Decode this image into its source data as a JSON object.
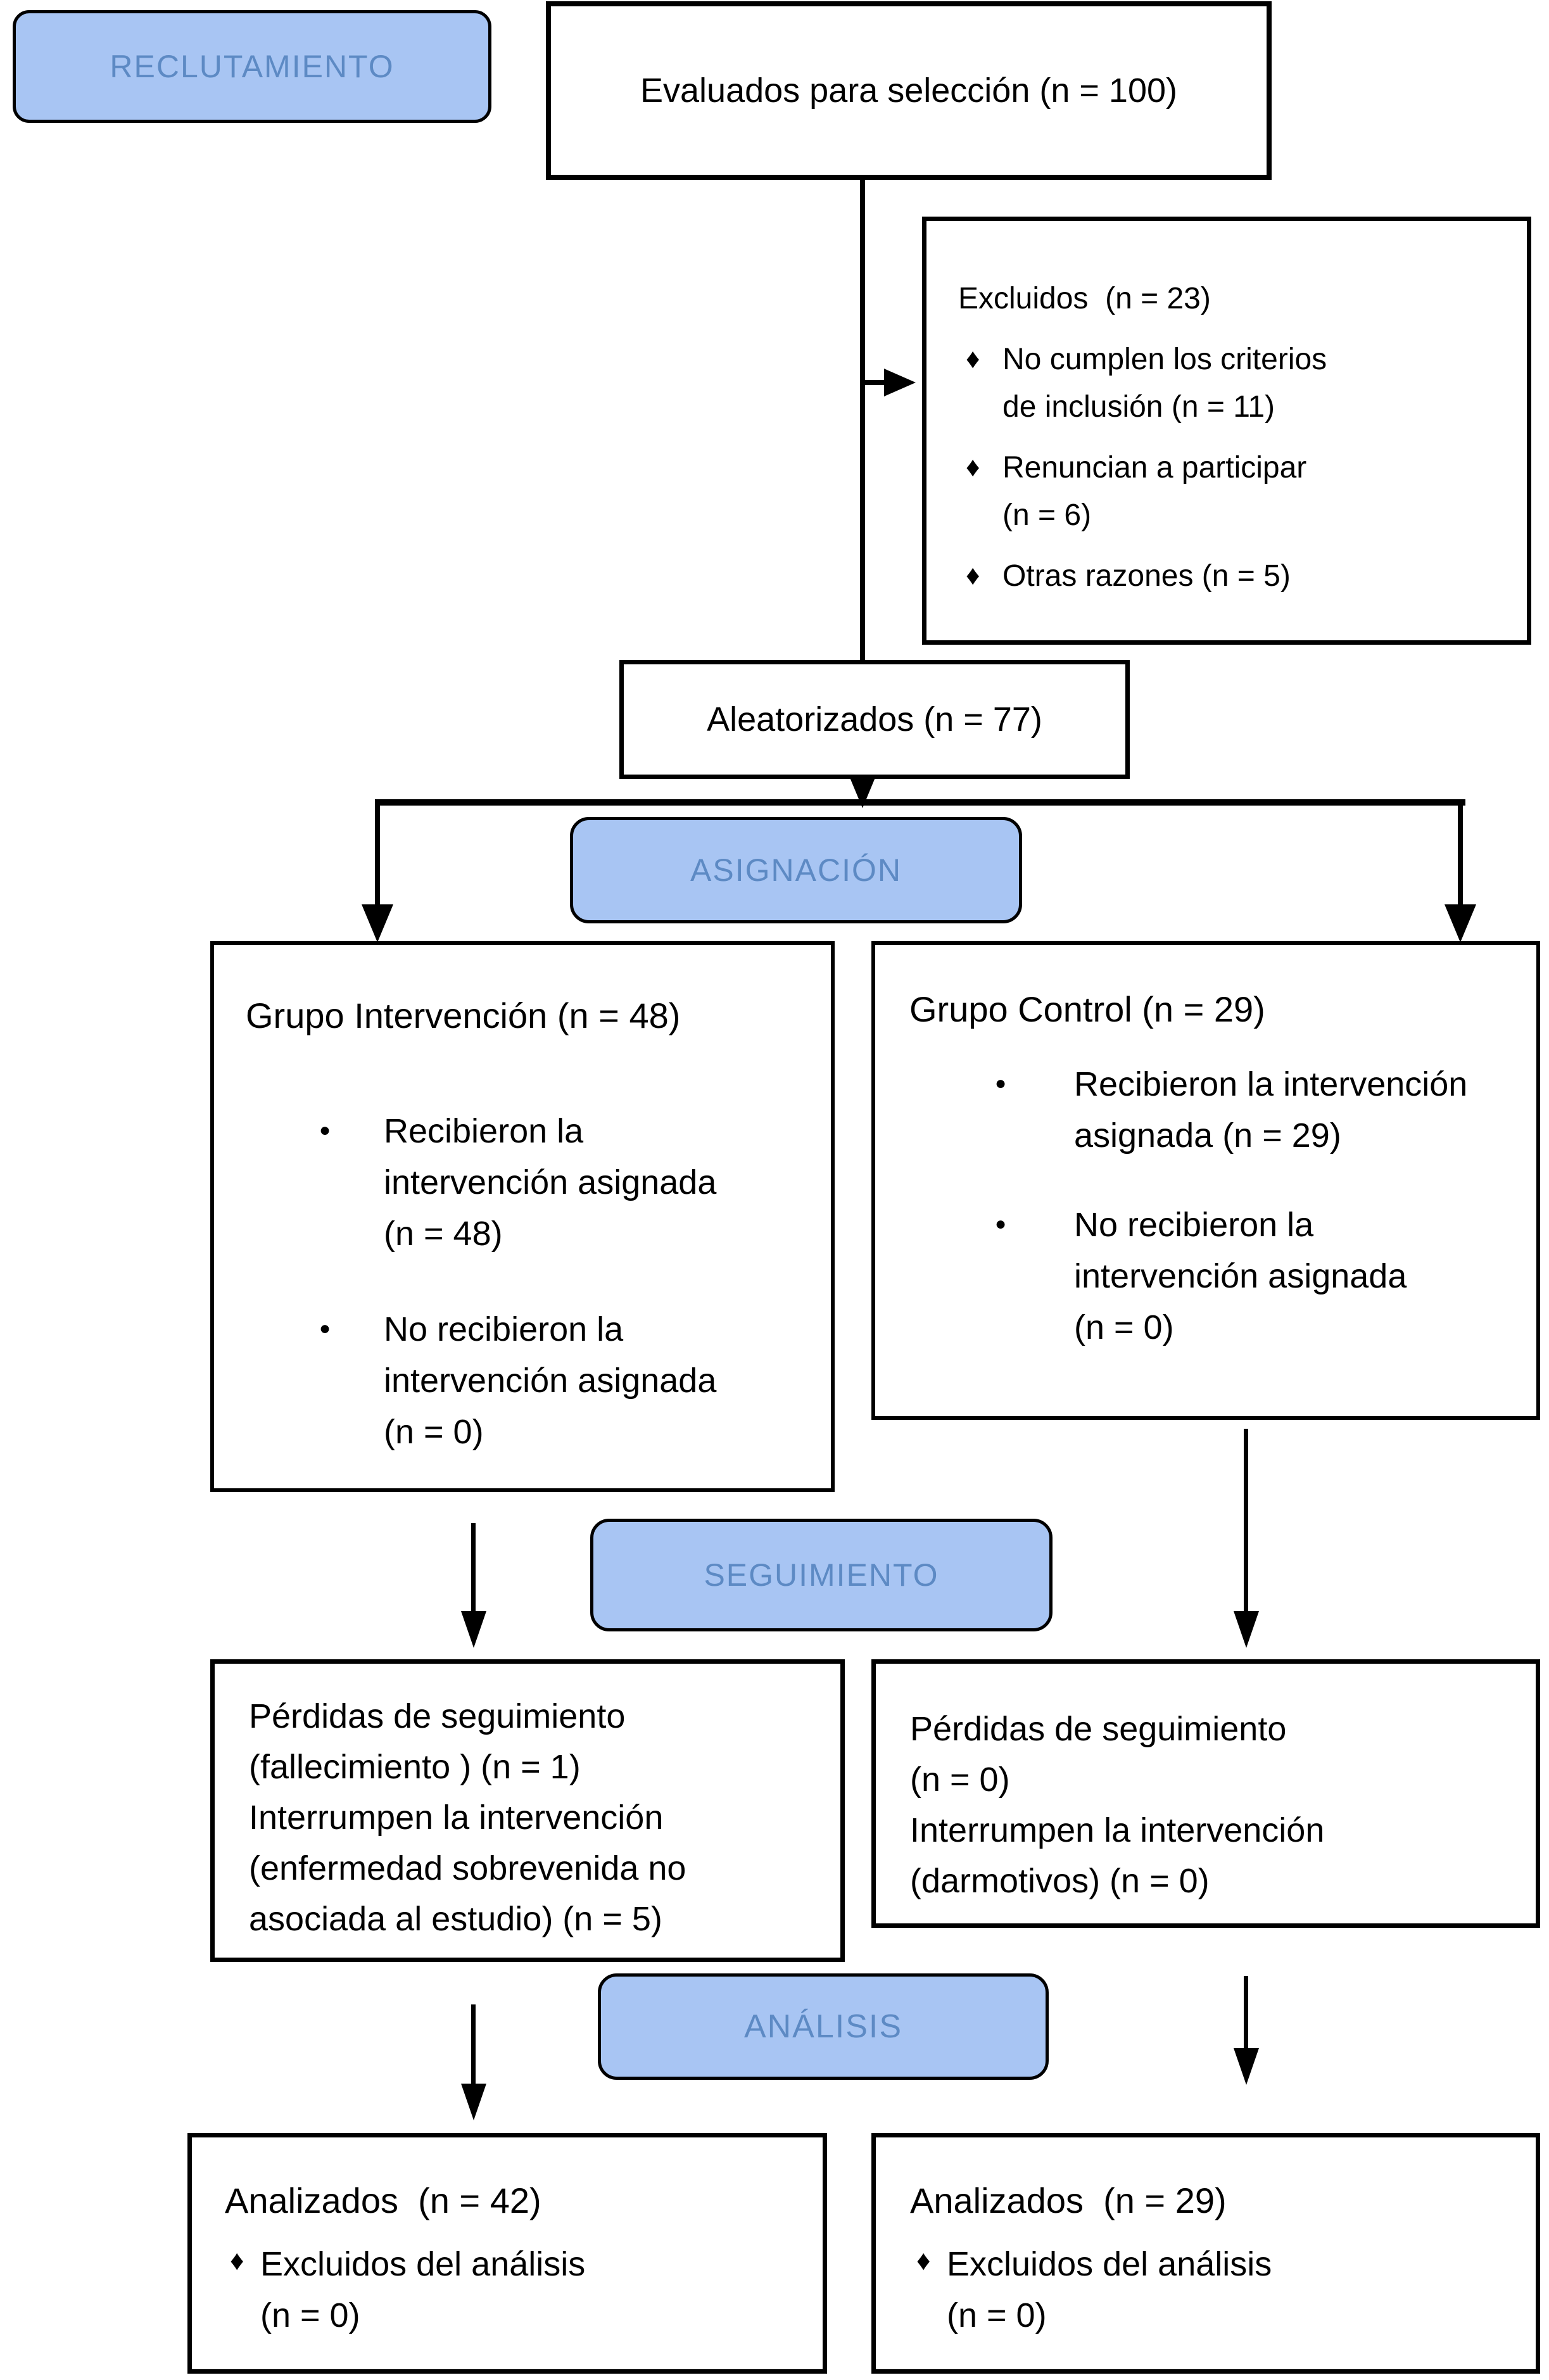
{
  "palette": {
    "node_fill": "#FFFFFF",
    "node_border": "#000000",
    "stage_fill": "#A8C5F3",
    "stage_text": "#5D8AC4",
    "text": "#000000"
  },
  "bullets": {
    "diamond": "♦",
    "dot": "●"
  },
  "stage_labels": {
    "recruitment": "RECLUTAMIENTO",
    "allocation": "ASIGNACIÓN",
    "followup": "SEGUIMIENTO",
    "analysis": "ANÁLISIS"
  },
  "nodes": {
    "assessed": {
      "text": "Evaluados para selección (n = 100)"
    },
    "excluded": {
      "title": "Excluidos  (n = 23)",
      "items": [
        "No cumplen los criterios\nde inclusión (n = 11)",
        "Renuncian a participar\n(n = 6)",
        "Otras razones (n = 5)"
      ]
    },
    "randomized": {
      "text": "Aleatorizados (n = 77)"
    },
    "intervention": {
      "title": "Grupo Intervención (n = 48)",
      "items": [
        "Recibieron la\nintervención asignada\n(n = 48)",
        "No recibieron la\nintervención asignada\n(n = 0)"
      ]
    },
    "control": {
      "title": "Grupo Control (n = 29)",
      "items": [
        "Recibieron la intervención\nasignada (n = 29)",
        "No recibieron la\nintervención asignada\n(n = 0)"
      ]
    },
    "followup_intervention": {
      "text": "Pérdidas de seguimiento\n(fallecimiento ) (n = 1)\nInterrumpen la intervención\n(enfermedad sobrevenida no\nasociada al estudio) (n = 5)"
    },
    "followup_control": {
      "text": "Pérdidas de seguimiento\n(n = 0)\nInterrumpen la intervención\n(darmotivos) (n = 0)"
    },
    "analyzed_intervention": {
      "title": "Analizados  (n = 42)",
      "items": [
        "Excluidos del análisis\n(n = 0)"
      ]
    },
    "analyzed_control": {
      "title": "Analizados  (n = 29)",
      "items": [
        "Excluidos del análisis\n(n = 0)"
      ]
    }
  }
}
